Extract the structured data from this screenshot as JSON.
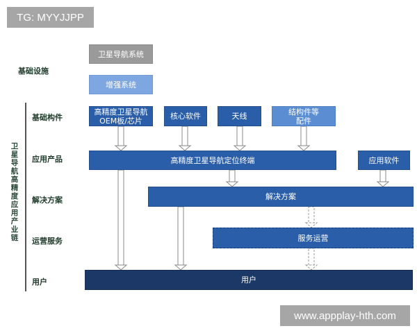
{
  "watermarks": {
    "top_left": "TG: MYYJJPP",
    "bottom_right": "www.appplay-hth.com"
  },
  "diagram": {
    "vertical_title": "卫星导航高精度应用产业链",
    "row_labels": {
      "infrastructure": "基础设施",
      "components": "基础构件",
      "products": "应用产品",
      "solutions": "解决方案",
      "operations": "运营服务",
      "users": "用户"
    },
    "boxes": {
      "gnss_system": "卫星导航系统",
      "augmentation_system": "增强系统",
      "chip_board_line1": "高精度卫星导航",
      "chip_board_line2": "OEM板/芯片",
      "core_software": "核心软件",
      "antenna": "天线",
      "structural_parts_line1": "结构件等",
      "structural_parts_line2": "配件",
      "positioning_terminal": "高精度卫星导航定位终端",
      "application_software": "应用软件",
      "solutions": "解决方案",
      "service_operations": "服务运营",
      "users": "用户"
    },
    "colors": {
      "primary_blue": "#2a5ea9",
      "light_blue": "#5b8dd3",
      "pale_blue": "#7ea6e0",
      "gray": "#9a9a9a",
      "navy": "#1c3866"
    }
  }
}
